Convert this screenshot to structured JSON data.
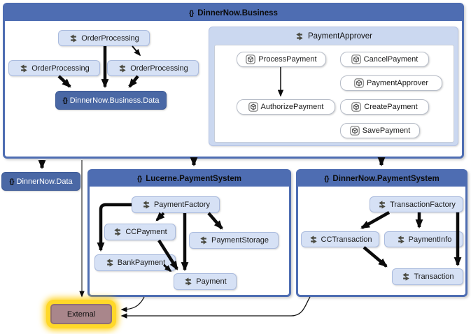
{
  "glyphs": {
    "namespace": "{}"
  },
  "colors": {
    "container_blue": "#4e6db2",
    "node_light_blue": "#d6e1f5",
    "node_dark_blue": "#4a68a5",
    "group_blue": "#cbd8f0",
    "external_fill": "#a9868b",
    "selection_highlight": "#ffd829",
    "edge_black": "#111111"
  },
  "containers": {
    "business": {
      "title": "DinnerNow.Business"
    },
    "lucerne": {
      "title": "Lucerne.PaymentSystem"
    },
    "payment_system": {
      "title": "DinnerNow.PaymentSystem"
    },
    "payment_approver_group": {
      "title": "PaymentApprover"
    }
  },
  "nodes": {
    "order_processing_top": {
      "label": "OrderProcessing",
      "icon": "class-icon"
    },
    "order_processing_left": {
      "label": "OrderProcessing",
      "icon": "class-icon"
    },
    "order_processing_right": {
      "label": "OrderProcessing",
      "icon": "class-icon"
    },
    "business_data": {
      "label": "DinnerNow.Business.Data",
      "icon": "namespace-icon"
    },
    "process_payment": {
      "label": "ProcessPayment",
      "icon": "cube-icon"
    },
    "cancel_payment": {
      "label": "CancelPayment",
      "icon": "cube-icon"
    },
    "payment_approver": {
      "label": "PaymentApprover",
      "icon": "cube-icon"
    },
    "authorize_payment": {
      "label": "AuthorizePayment",
      "icon": "cube-icon"
    },
    "create_payment": {
      "label": "CreatePayment",
      "icon": "cube-icon"
    },
    "save_payment": {
      "label": "SavePayment",
      "icon": "cube-icon"
    },
    "dinnernow_data": {
      "label": "DinnerNow.Data",
      "icon": "namespace-icon"
    },
    "payment_factory": {
      "label": "PaymentFactory",
      "icon": "class-icon"
    },
    "cc_payment": {
      "label": "CCPayment",
      "icon": "class-icon"
    },
    "payment_storage": {
      "label": "PaymentStorage",
      "icon": "class-icon"
    },
    "bank_payment": {
      "label": "BankPayment",
      "icon": "class-icon"
    },
    "payment": {
      "label": "Payment",
      "icon": "class-icon"
    },
    "transaction_factory": {
      "label": "TransactionFactory",
      "icon": "class-icon"
    },
    "cc_transaction": {
      "label": "CCTransaction",
      "icon": "class-icon"
    },
    "payment_info": {
      "label": "PaymentInfo",
      "icon": "class-icon"
    },
    "transaction": {
      "label": "Transaction",
      "icon": "class-icon"
    },
    "external": {
      "label": "External"
    }
  },
  "edges": [
    {
      "from": "OrderProcessing(top)",
      "to": "DinnerNow.Business.Data"
    },
    {
      "from": "OrderProcessing(top)",
      "to": "OrderProcessing(right)"
    },
    {
      "from": "OrderProcessing(left)",
      "to": "DinnerNow.Business.Data"
    },
    {
      "from": "OrderProcessing(right)",
      "to": "DinnerNow.Business.Data"
    },
    {
      "from": "ProcessPayment",
      "to": "AuthorizePayment"
    },
    {
      "from": "DinnerNow.Business",
      "to": "DinnerNow.Data"
    },
    {
      "from": "DinnerNow.Business",
      "to": "Lucerne.PaymentSystem"
    },
    {
      "from": "DinnerNow.Business",
      "to": "DinnerNow.PaymentSystem"
    },
    {
      "from": "DinnerNow.Business",
      "to": "External"
    },
    {
      "from": "PaymentFactory",
      "to": "BankPayment"
    },
    {
      "from": "PaymentFactory",
      "to": "CCPayment"
    },
    {
      "from": "PaymentFactory",
      "to": "Payment"
    },
    {
      "from": "PaymentFactory",
      "to": "PaymentStorage"
    },
    {
      "from": "CCPayment",
      "to": "Payment"
    },
    {
      "from": "BankPayment",
      "to": "Payment"
    },
    {
      "from": "TransactionFactory",
      "to": "CCTransaction"
    },
    {
      "from": "TransactionFactory",
      "to": "PaymentInfo"
    },
    {
      "from": "TransactionFactory",
      "to": "Transaction"
    },
    {
      "from": "CCTransaction",
      "to": "Transaction"
    },
    {
      "from": "Lucerne.PaymentSystem",
      "to": "External"
    },
    {
      "from": "DinnerNow.PaymentSystem",
      "to": "External"
    }
  ]
}
